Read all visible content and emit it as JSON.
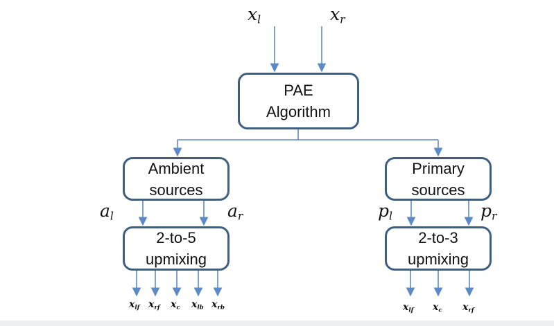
{
  "boxes": {
    "pae": [
      "PAE",
      "Algorithm"
    ],
    "ambient": [
      "Ambient",
      "sources"
    ],
    "primary": [
      "Primary",
      "sources"
    ],
    "upmix5": [
      "2-to-5",
      "upmixing"
    ],
    "upmix3": [
      "2-to-3",
      "upmixing"
    ]
  },
  "inputs": {
    "left": {
      "base": "x",
      "sub": "l"
    },
    "right": {
      "base": "x",
      "sub": "r"
    }
  },
  "ambient_signals": {
    "left": {
      "base": "a",
      "sub": "l"
    },
    "right": {
      "base": "a",
      "sub": "r"
    }
  },
  "primary_signals": {
    "left": {
      "base": "p",
      "sub": "l"
    },
    "right": {
      "base": "p",
      "sub": "r"
    }
  },
  "outputs_5": [
    {
      "base": "x",
      "sub": "lf"
    },
    {
      "base": "x",
      "sub": "rf"
    },
    {
      "base": "x",
      "sub": "c"
    },
    {
      "base": "x",
      "sub": "lb"
    },
    {
      "base": "x",
      "sub": "rb"
    }
  ],
  "outputs_3": [
    {
      "base": "x",
      "sub": "lf"
    },
    {
      "base": "x",
      "sub": "c"
    },
    {
      "base": "x",
      "sub": "rf"
    }
  ],
  "colors": {
    "arrow": "#5b8ac6",
    "box_border": "#3f5f80"
  }
}
